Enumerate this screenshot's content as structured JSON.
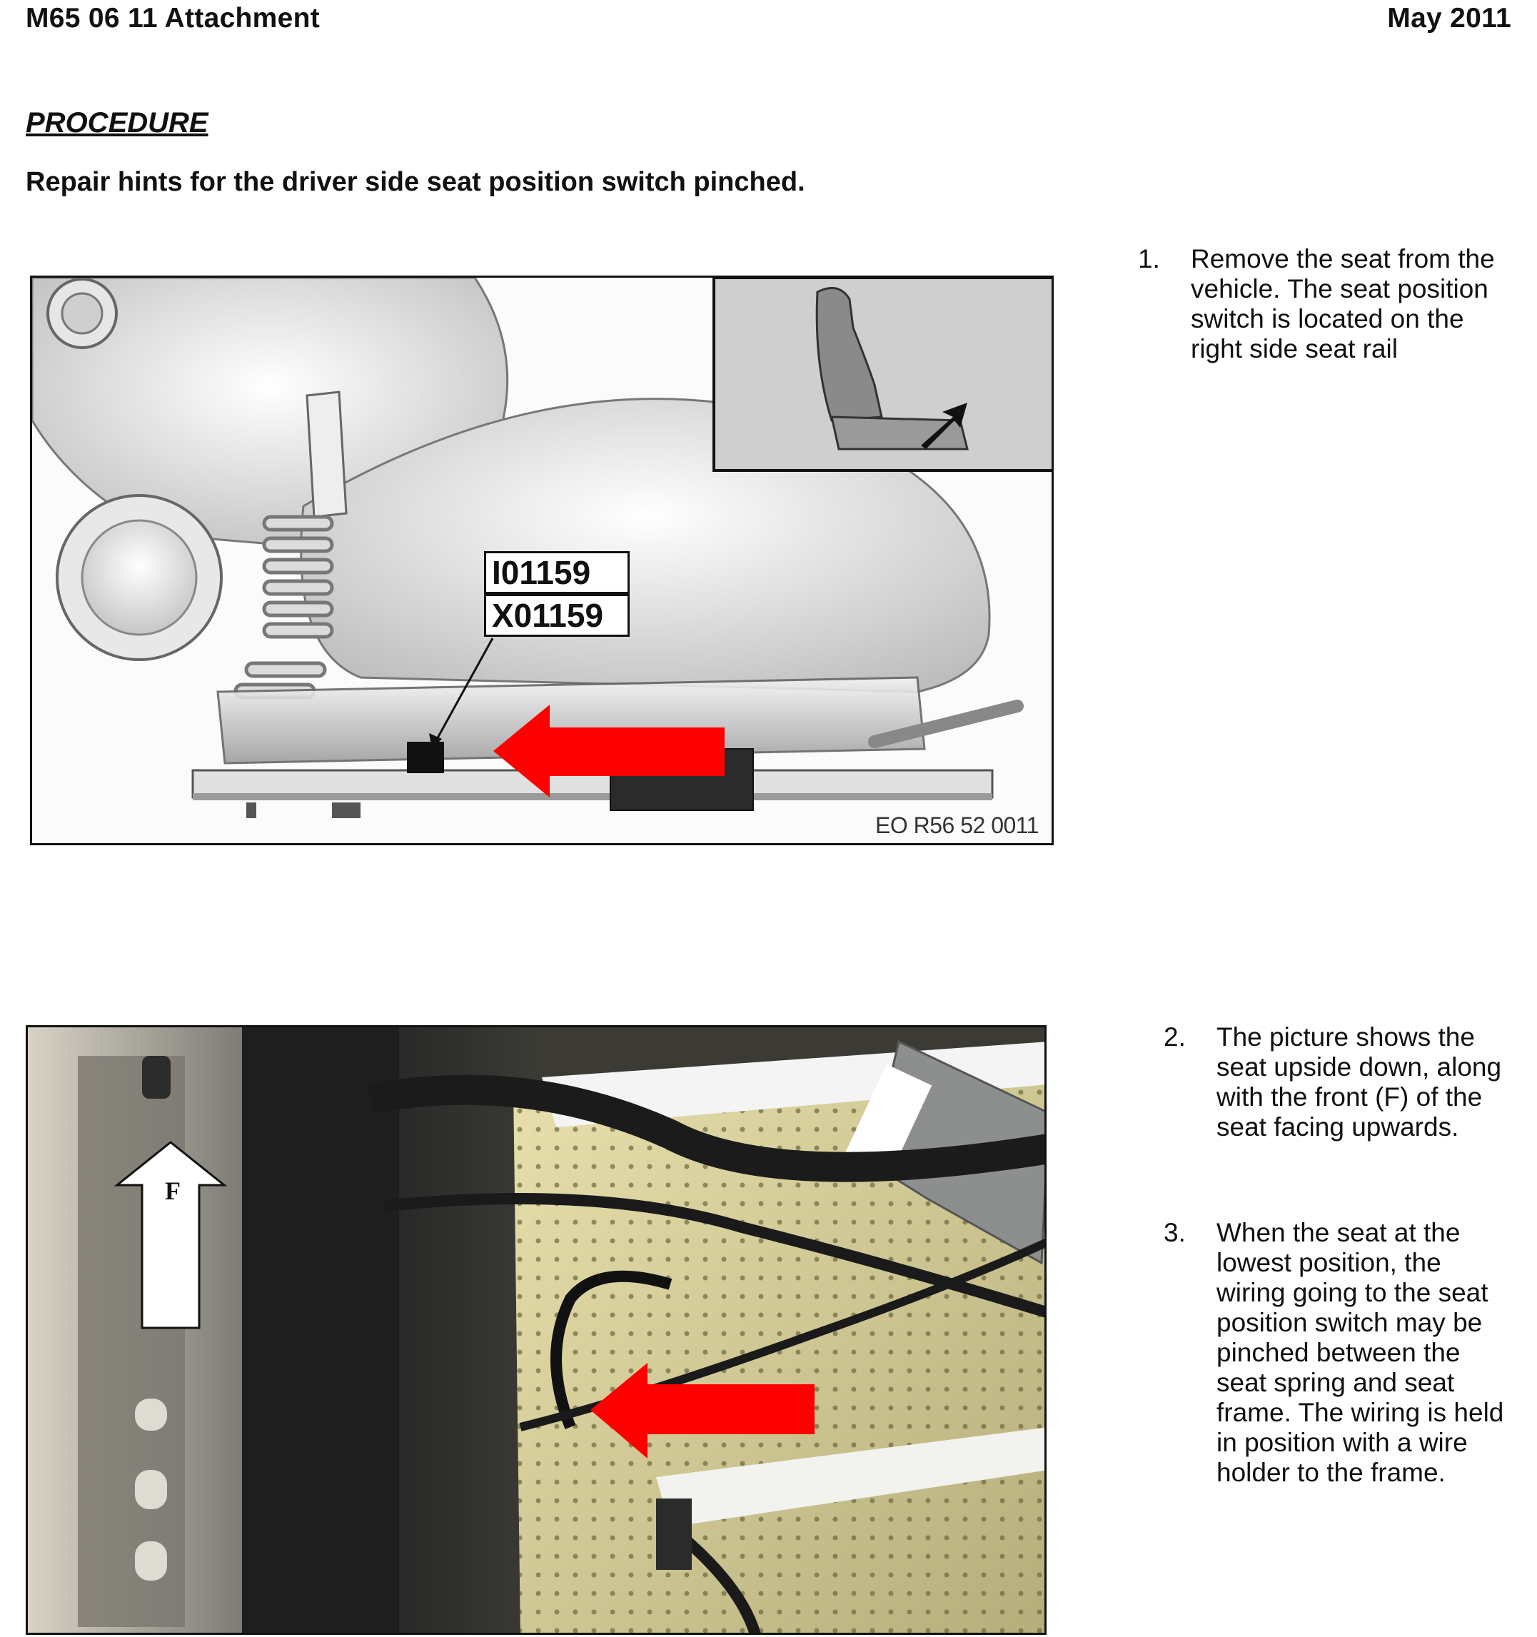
{
  "header": {
    "doc_ref": "M65 06 11 Attachment",
    "date": "May 2011"
  },
  "section_heading": "PROCEDURE",
  "intro": "Repair hints for the driver side seat position switch pinched.",
  "figure1": {
    "callout_top": "I01159",
    "callout_bottom": "X01159",
    "code": "EO R56 52 0011",
    "arrow_color": "#ff0000"
  },
  "figure2": {
    "front_marker": "F",
    "arrow_color": "#ff0000"
  },
  "steps": [
    {
      "number": "1.",
      "text": "Remove the seat from the vehicle. The seat position switch is located on the right side seat rail"
    },
    {
      "number": "2.",
      "text": "The picture shows the seat upside down, along with the front (F) of the seat facing upwards."
    },
    {
      "number": "3.",
      "text": "When the seat at the lowest position, the wiring going to the seat position switch may be pinched between the seat spring and seat frame. The wiring is held in position with a wire holder to the frame."
    }
  ]
}
